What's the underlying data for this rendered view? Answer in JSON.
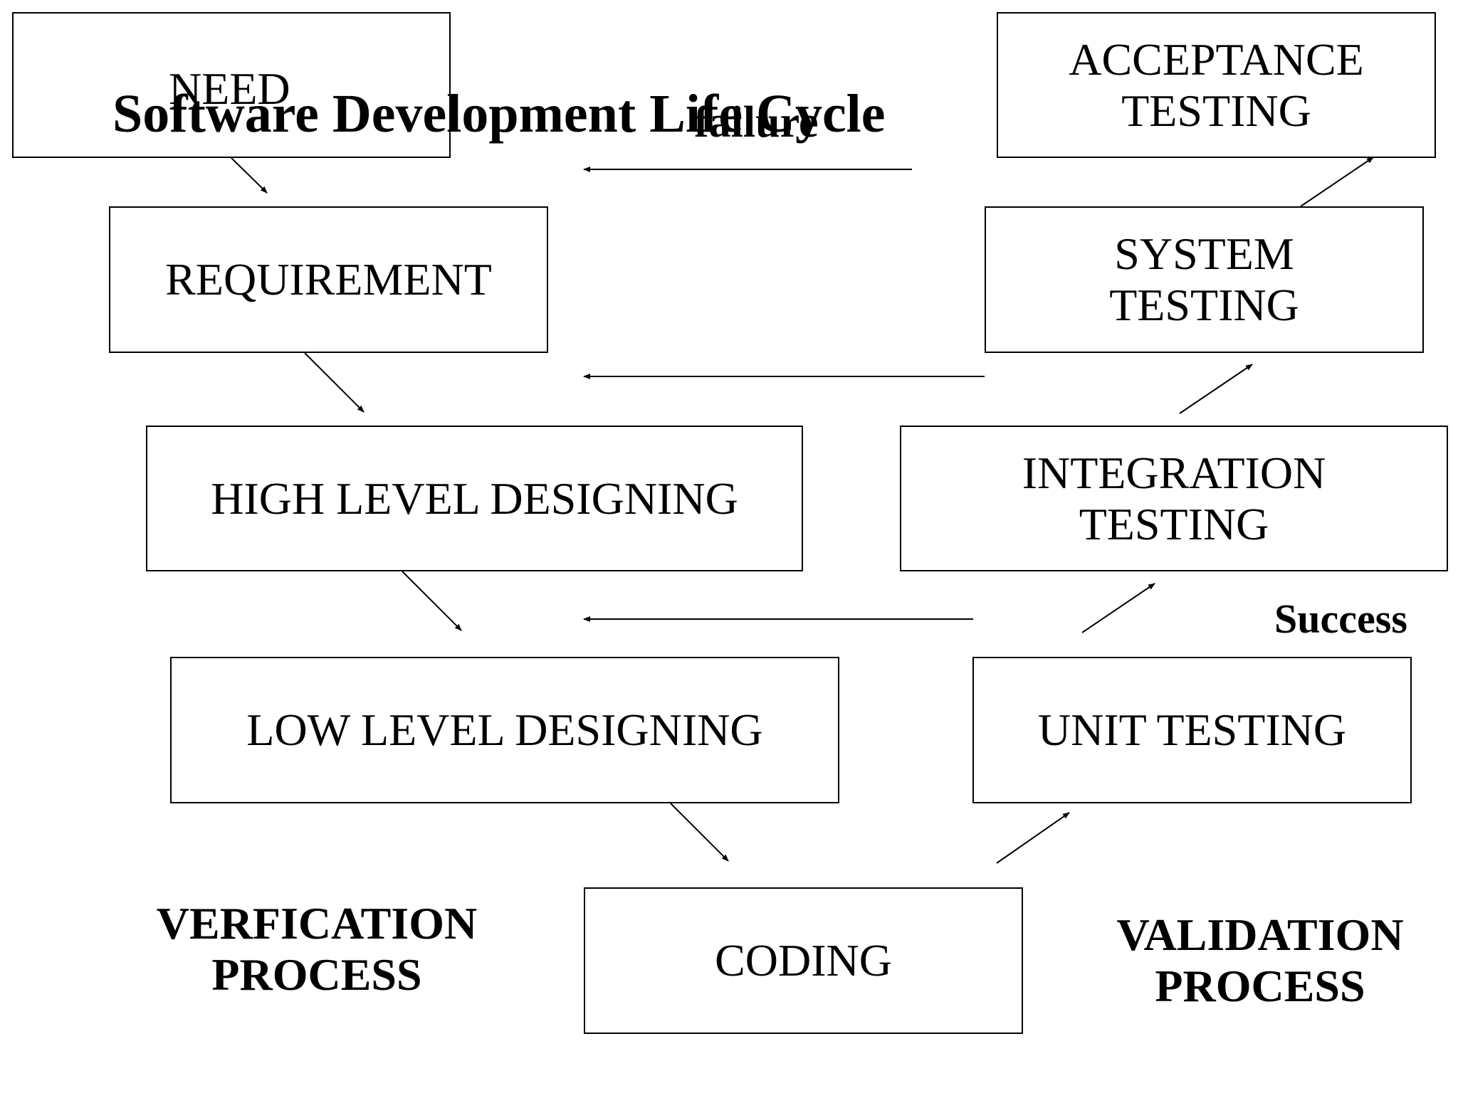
{
  "diagram": {
    "title": "Software Development Life Cycle",
    "boxes": {
      "need": "NEED",
      "requirement": "REQUIREMENT",
      "high_level_designing": "HIGH LEVEL DESIGNING",
      "low_level_designing": "LOW LEVEL DESIGNING",
      "coding": "CODING",
      "unit_testing": "UNIT TESTING",
      "integration_testing": "INTEGRATION\nTESTING",
      "system_testing": "SYSTEM\nTESTING",
      "acceptance_testing": "ACCEPTANCE\nTESTING"
    },
    "labels": {
      "failure": "failure",
      "success": "Success",
      "verification_process": "VERFICATION\nPROCESS",
      "validation_process": "VALIDATION\nPROCESS"
    },
    "colors": {
      "stroke": "#000000",
      "background": "#ffffff"
    }
  }
}
